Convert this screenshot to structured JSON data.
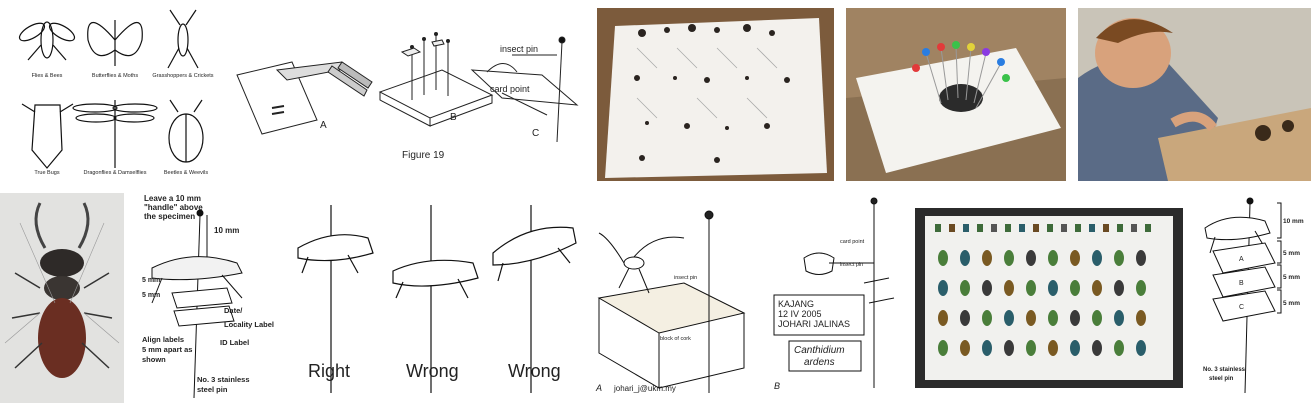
{
  "results": [
    {
      "kind": "diagram",
      "labels": [
        "Flies & Bees",
        "Butterflies & Moths",
        "Grasshoppers & Crickets",
        "True Bugs",
        "Dragonflies & Damselflies",
        "Beetles & Weevils"
      ]
    },
    {
      "kind": "diagram",
      "labels": [
        "A",
        "B",
        "Figure 19",
        "insect pin",
        "card point",
        "C"
      ]
    },
    {
      "kind": "photo"
    },
    {
      "kind": "photo"
    },
    {
      "kind": "photo"
    },
    {
      "kind": "photo"
    },
    {
      "kind": "diagram",
      "labels": [
        "Leave a 10 mm",
        "\"handle\" above",
        "the specimen",
        "10 mm",
        "5 mm",
        "5 mm",
        "Date/",
        "Locality Label",
        "ID Label",
        "Align labels",
        "5 mm apart as",
        "shown",
        "No. 3 stainless",
        "steel pin"
      ]
    },
    {
      "kind": "diagram",
      "labels": [
        "Right",
        "Wrong",
        "Wrong"
      ]
    },
    {
      "kind": "diagram",
      "labels": [
        "insect pin",
        "block of cork",
        "card point",
        "insect pin",
        "KAJANG",
        "12 IV 2005",
        "JOHARI JALINAS",
        "Canthidium",
        "ardens",
        "A",
        "johari_j@ukm.my",
        "B"
      ]
    },
    {
      "kind": "photo"
    },
    {
      "kind": "diagram",
      "labels": [
        "10 mm",
        "A",
        "5 mm",
        "B",
        "5 mm",
        "C",
        "5 mm",
        "No. 3 stainless",
        "steel pin"
      ]
    }
  ]
}
